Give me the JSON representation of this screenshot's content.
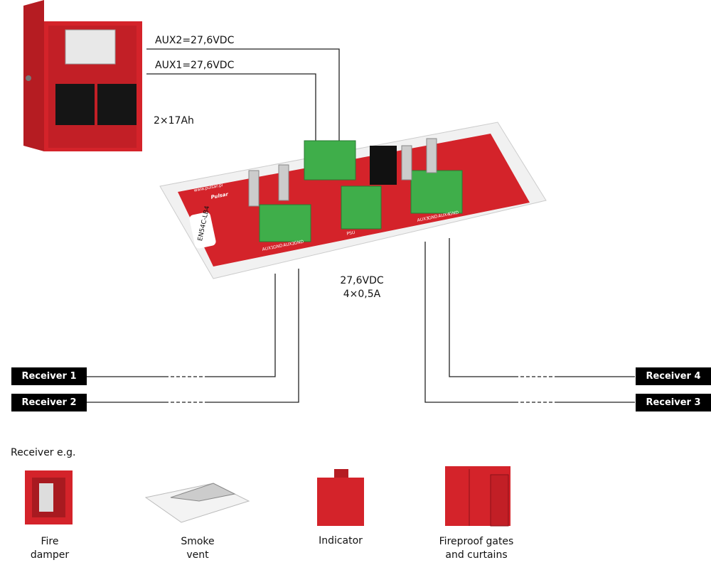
{
  "power_supply": {
    "aux2": "AUX2=27,6VDC",
    "aux1": "AUX1=27,6VDC",
    "battery": "2×17Ah"
  },
  "module": {
    "model": "EN54C-LB4",
    "brand": "Pulsar",
    "website": "www.pulsar.pl",
    "output_voltage": "27,6VDC",
    "output_current": "4×0,5A",
    "terminals_left": [
      "AUX1",
      "GND",
      "AUX2",
      "GND"
    ],
    "terminals_right": [
      "AUX3",
      "GND",
      "AUX4",
      "GND"
    ],
    "psu_label": "PSU"
  },
  "receivers": [
    "Receiver 1",
    "Receiver 2",
    "Receiver 3",
    "Receiver 4"
  ],
  "examples": {
    "heading": "Receiver e.g.",
    "items": [
      "Fire\ndamper",
      "Smoke\nvent",
      "Indicator",
      "Fireproof gates\nand curtains"
    ]
  },
  "colors": {
    "red": "#d4232a",
    "terminal_green": "#3fae4a",
    "line": "#222222"
  }
}
